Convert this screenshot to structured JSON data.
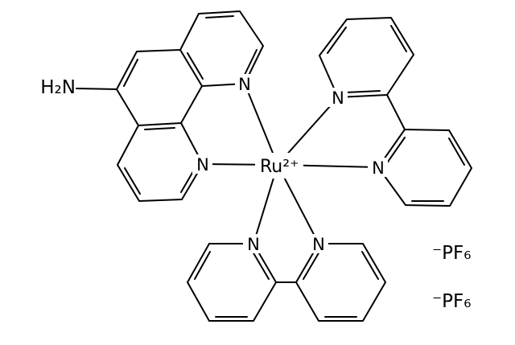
{
  "structure": {
    "background": "#ffffff",
    "line_color": "#000000",
    "labels": {
      "amino_group": "H₂N",
      "phen_n_top": "N",
      "phen_n_bottom": "N",
      "metal_center": "Ru²⁺",
      "bpy_top_n_left": "N",
      "bpy_top_n_right": "N",
      "bpy_bottom_n_left": "N",
      "bpy_bottom_n_right": "N",
      "counterion_1": "⁻PF₆",
      "counterion_2": "⁻PF₆"
    }
  }
}
